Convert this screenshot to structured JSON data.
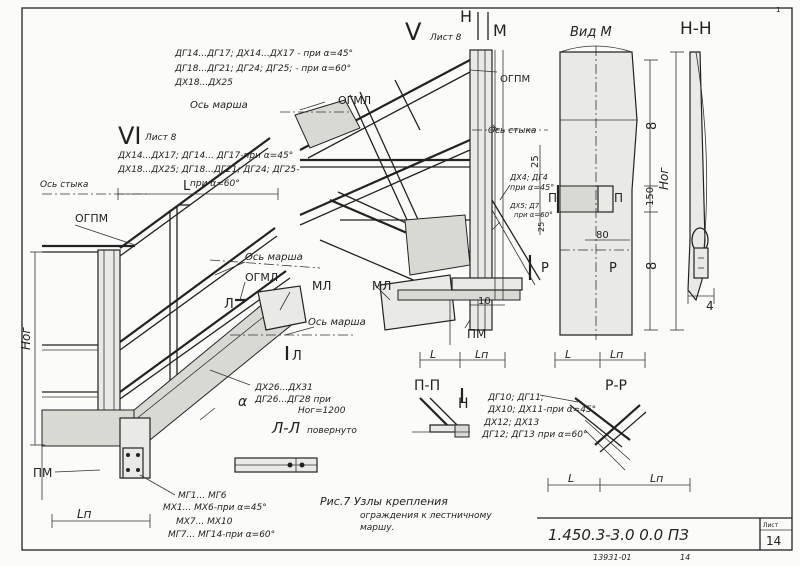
{
  "texts": {
    "sec_v": "V",
    "sheet_v": "Лист 8",
    "h_top": "Н",
    "m_top": "М",
    "vid_m": "Вид М",
    "hh": "Н-Н",
    "note_v1": "ДГ14...ДГ17; ДХ14...ДХ17 - при α=45°",
    "note_v2": "ДГ18...ДГ21; ДГ24; ДГ25; - при α=60°",
    "note_v3": "ДХ18...ДХ25",
    "os_marsh_1": "Ось марша",
    "ogml_1": "ОГМЛ",
    "ogpm_1": "ОГПМ",
    "os_styka_1": "Ось стыка",
    "sec_vi": "VI",
    "sheet_vi": "Лист 8",
    "note_vi1": "ДХ14...ДХ17; ДГ14... ДГ17-при α=45°",
    "note_vi2": "ДХ18...ДХ25; ДГ18...ДГ21; ДГ24; ДГ25-",
    "note_vi3": "при α=60°",
    "os_styka_2": "Ось стыка",
    "L_1": "L",
    "ogpm_2": "ОГПМ",
    "os_marsh_2": "Ось марша",
    "ogml_2": "ОГМЛ",
    "ml_1": "МЛ",
    "ml_2": "МЛ",
    "os_marsh_3": "Ось марша",
    "lam_1": "Л",
    "lam_2": "Л",
    "hog_1": "Ног",
    "hog_2": "Ног",
    "pm_1": "ПМ",
    "pm_2": "ПМ",
    "lp_1": "Lп",
    "lp_2": "Lп",
    "lp_3": "Lп",
    "lp_4": "Lп",
    "L_2": "L",
    "L_3": "L",
    "L_4": "L",
    "alpha": "α",
    "note_dx26a": "ДХ26...ДХ31",
    "note_dx26b": "ДГ26...ДГ28 при",
    "note_dx26c": "Ног=1200",
    "ll": "Л-Л",
    "ll_sub": "повернуто",
    "pp": "П-П",
    "rr": "Р-Р",
    "h_mid": "Н",
    "note_dx4a": "ДХ4; ДГ4",
    "note_dx4b": "при α=45°",
    "note_dx5a": "ДХ5; Д7",
    "note_dx5b": "при α=60°",
    "p_1": "П",
    "p_2": "П",
    "r_1": "Р",
    "r_2": "Р",
    "dim_25": "25",
    "dim_25b": "25",
    "dim_10": "10",
    "dim_150": "150",
    "dim_80": "80",
    "dim_8a": "8",
    "dim_8b": "8",
    "dim_4": "4",
    "note_dg10a": "ДГ10; ДГ11;",
    "note_dg10b": "ДХ10; ДХ11-при α=45°",
    "note_dg10c": "ДХ12; ДХ13",
    "note_dg10d": "ДГ12; ДГ13 при α=60°",
    "note_mg1": "МГ1... МГ6",
    "note_mx1": "МХ1... МХ6-при α=45°",
    "note_mx7": "МХ7... МХ10",
    "note_mg7": "МГ7... МГ14-при α=60°",
    "caption1": "Рис.7  Узлы крепления",
    "caption2": "ограждения к лестничному",
    "caption3": "маршу.",
    "doc_code": "1.450.3-3.0 0.0 ПЗ",
    "list_label": "Лист",
    "sheet_num": "14",
    "footer_num": "13931-01",
    "footer_page": "14",
    "corner_mark": "1"
  }
}
